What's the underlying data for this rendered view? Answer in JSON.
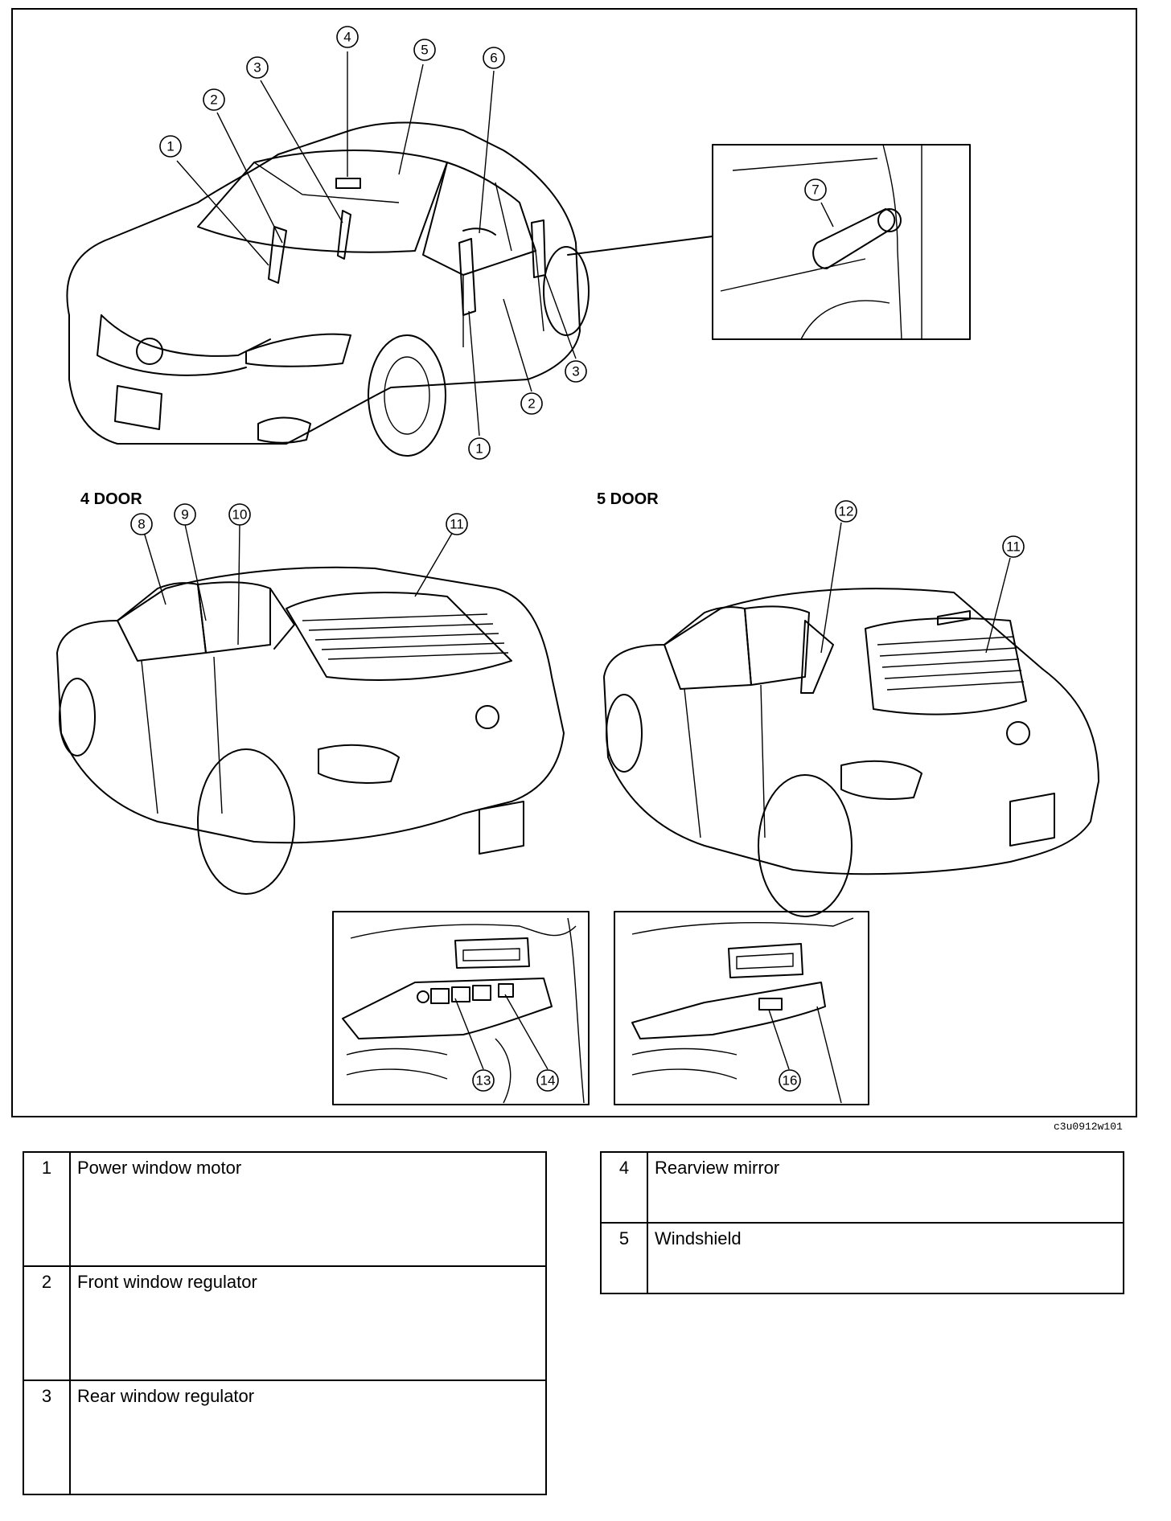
{
  "sections": {
    "four_door": "4 DOOR",
    "five_door": "5 DOOR"
  },
  "figure_code": "c3u0912w101",
  "callouts": {
    "c1": "1",
    "c2": "2",
    "c3": "3",
    "c4": "4",
    "c5": "5",
    "c6": "6",
    "c7": "7",
    "c8": "8",
    "c9": "9",
    "c10": "10",
    "c11": "11",
    "c12": "12",
    "c13": "13",
    "c14": "14",
    "c16": "16"
  },
  "legend_left": [
    {
      "num": "1",
      "label": "Power window motor"
    },
    {
      "num": "2",
      "label": "Front window regulator"
    },
    {
      "num": "3",
      "label": "Rear window regulator"
    }
  ],
  "legend_right": [
    {
      "num": "4",
      "label": "Rearview mirror"
    },
    {
      "num": "5",
      "label": "Windshield"
    }
  ]
}
